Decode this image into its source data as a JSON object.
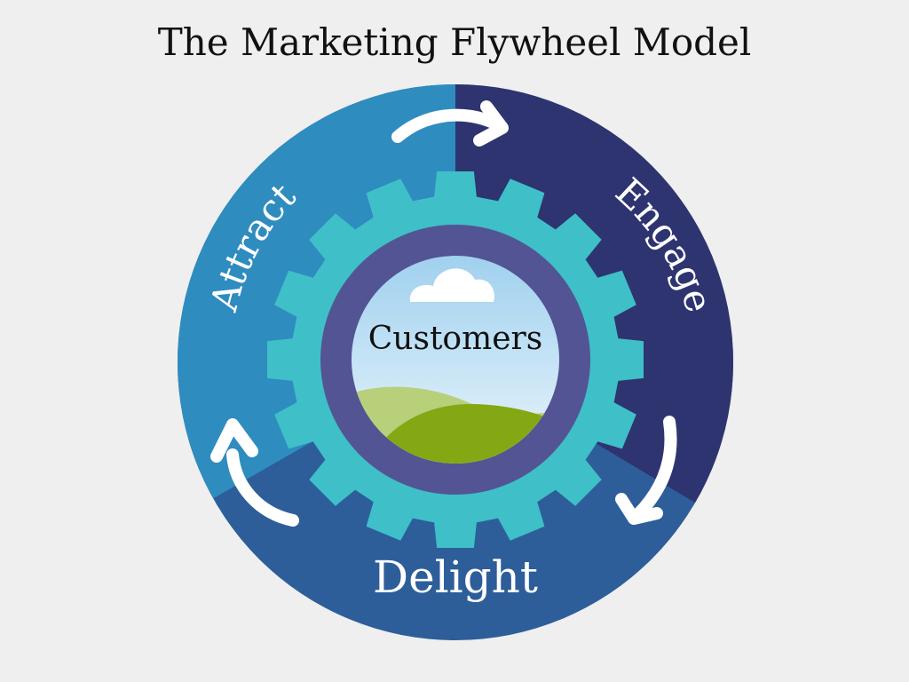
{
  "title": "The Marketing Flywheel Model",
  "segments": {
    "attract": "Attract",
    "engage": "Engage",
    "delight": "Delight"
  },
  "center_label": "Customers",
  "colors": {
    "background": "#efefef",
    "attract": "#2f8cbf",
    "engage": "#2e3470",
    "delight": "#2d5e9a",
    "gear": "#3fbfc8",
    "gear_ring": "#535494",
    "sky_top": "#9fd0ee",
    "sky_bottom": "#eef7fd",
    "hill_light": "#b8d07a",
    "hill_dark": "#84a814",
    "label_light": "#ffffff",
    "label_dark": "#111111",
    "arrow": "#ffffff"
  }
}
